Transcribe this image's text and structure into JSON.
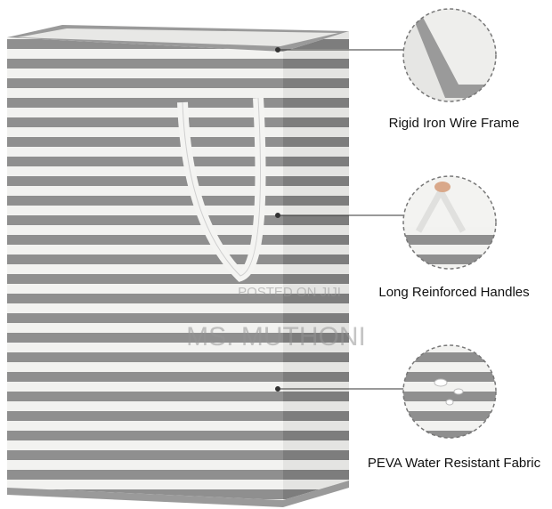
{
  "features": [
    {
      "label": "Rigid Iron Wire Frame",
      "icon": "wire-frame-closeup"
    },
    {
      "label": "Long Reinforced Handles",
      "icon": "handle-closeup"
    },
    {
      "label": "PEVA Water Resistant Fabric",
      "icon": "water-droplets-closeup"
    }
  ],
  "watermark": {
    "line1": "POSTED ON JIJI",
    "line2": "MS. MUTHONI"
  },
  "colors": {
    "stripe_gray": "#8f8f8f",
    "stripe_white": "#f2f2f0",
    "accent_line": "#333333"
  }
}
